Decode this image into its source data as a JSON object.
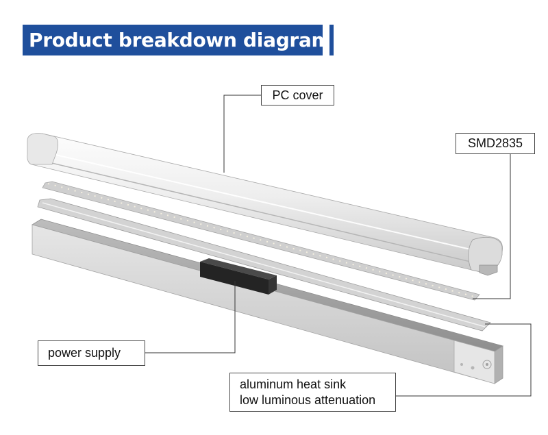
{
  "title": "Product breakdown diagram",
  "labels": {
    "pc_cover": "PC cover",
    "smd": "SMD2835",
    "power_supply": "power supply",
    "heat_sink_line1": "aluminum heat sink",
    "heat_sink_line2": "low luminous attenuation"
  },
  "colors": {
    "title_bar": "#1f4f9c",
    "title_text": "#ffffff"
  }
}
